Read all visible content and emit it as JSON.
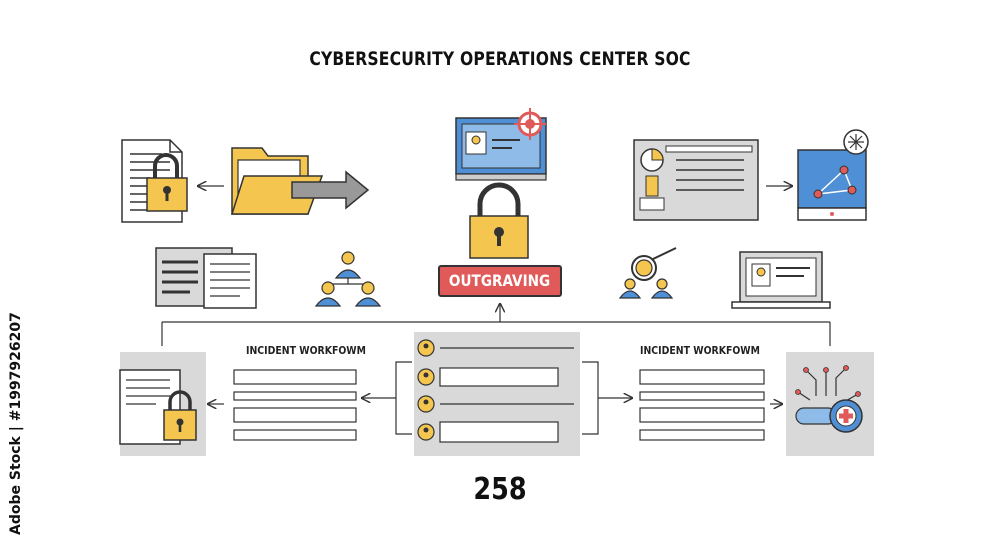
{
  "title": "CYBERSECURITY OPERATIONS CENTER  SOC",
  "center_badge": "OUTGRAVING",
  "left_workflow_label": "INCIDENT WORKFOWM",
  "right_workflow_label": "INCIDENT WORKFOWM",
  "counter": "258",
  "side_text": "Adobe Stock | #1997926207",
  "colors": {
    "yellow": "#f5c64f",
    "blue": "#4f8fd6",
    "red": "#e05a5a",
    "gray": "#d9d9d9",
    "stroke": "#333333"
  }
}
